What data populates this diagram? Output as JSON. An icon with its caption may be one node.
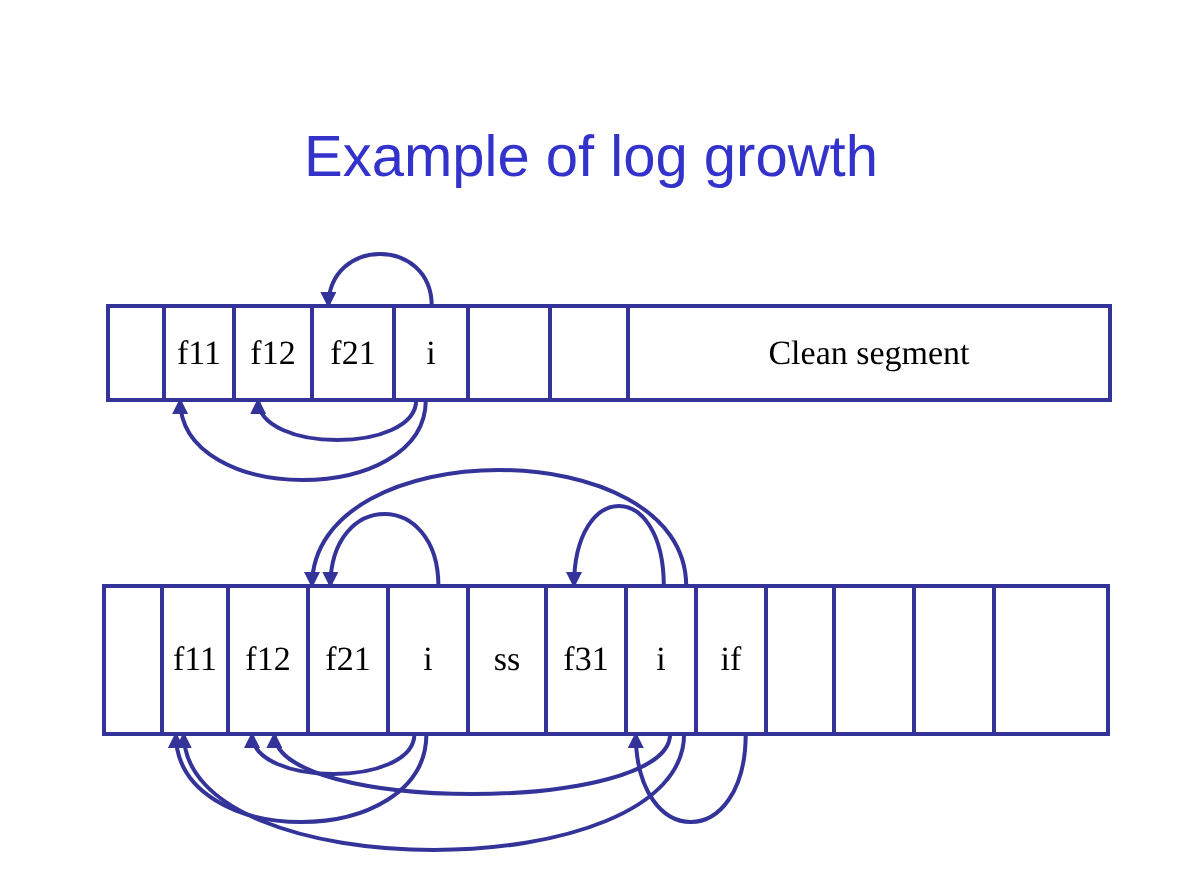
{
  "diagram": {
    "title": "Example of log growth",
    "nodes": [
      {
        "text": [],
        "shape": "box"
      },
      {
        "text": [
          "f11"
        ]
      },
      {
        "text": [
          "f12"
        ]
      },
      {
        "text": [
          "f21"
        ]
      },
      {
        "text": [
          "i"
        ]
      },
      {
        "text": [],
        "shape": "box"
      },
      {
        "text": [],
        "shape": "box"
      },
      {
        "text": [
          "Clean segment"
        ]
      },
      {
        "text": [],
        "shape": "box"
      },
      {
        "text": [
          "f11"
        ]
      },
      {
        "text": [
          "f12"
        ]
      },
      {
        "text": [
          "f21"
        ]
      },
      {
        "text": [
          "i"
        ]
      },
      {
        "text": [
          "ss"
        ]
      },
      {
        "text": [
          "f31"
        ]
      },
      {
        "text": [
          "i"
        ]
      },
      {
        "text": [
          "if"
        ]
      },
      {
        "text": [],
        "shape": "box"
      },
      {
        "text": [],
        "shape": "box"
      },
      {
        "text": [],
        "shape": "box"
      },
      {
        "text": [],
        "shape": "box"
      }
    ],
    "edges": [
      {
        "from": 4,
        "to": 3,
        "arrow": "to"
      },
      {
        "from": 4,
        "to": 2,
        "arrow": "to"
      },
      {
        "from": 4,
        "to": 1,
        "arrow": "to"
      },
      {
        "from": 12,
        "to": 11,
        "arrow": "to"
      },
      {
        "from": 15,
        "to": 14,
        "arrow": "to"
      },
      {
        "from": 15,
        "to": 11,
        "arrow": "to"
      },
      {
        "from": 12,
        "to": 10,
        "arrow": "to"
      },
      {
        "from": 12,
        "to": 9,
        "arrow": "to"
      },
      {
        "from": 15,
        "to": 10,
        "arrow": "to"
      },
      {
        "from": 15,
        "to": 9,
        "arrow": "to"
      },
      {
        "from": 16,
        "to": 15,
        "arrow": "to"
      }
    ]
  }
}
